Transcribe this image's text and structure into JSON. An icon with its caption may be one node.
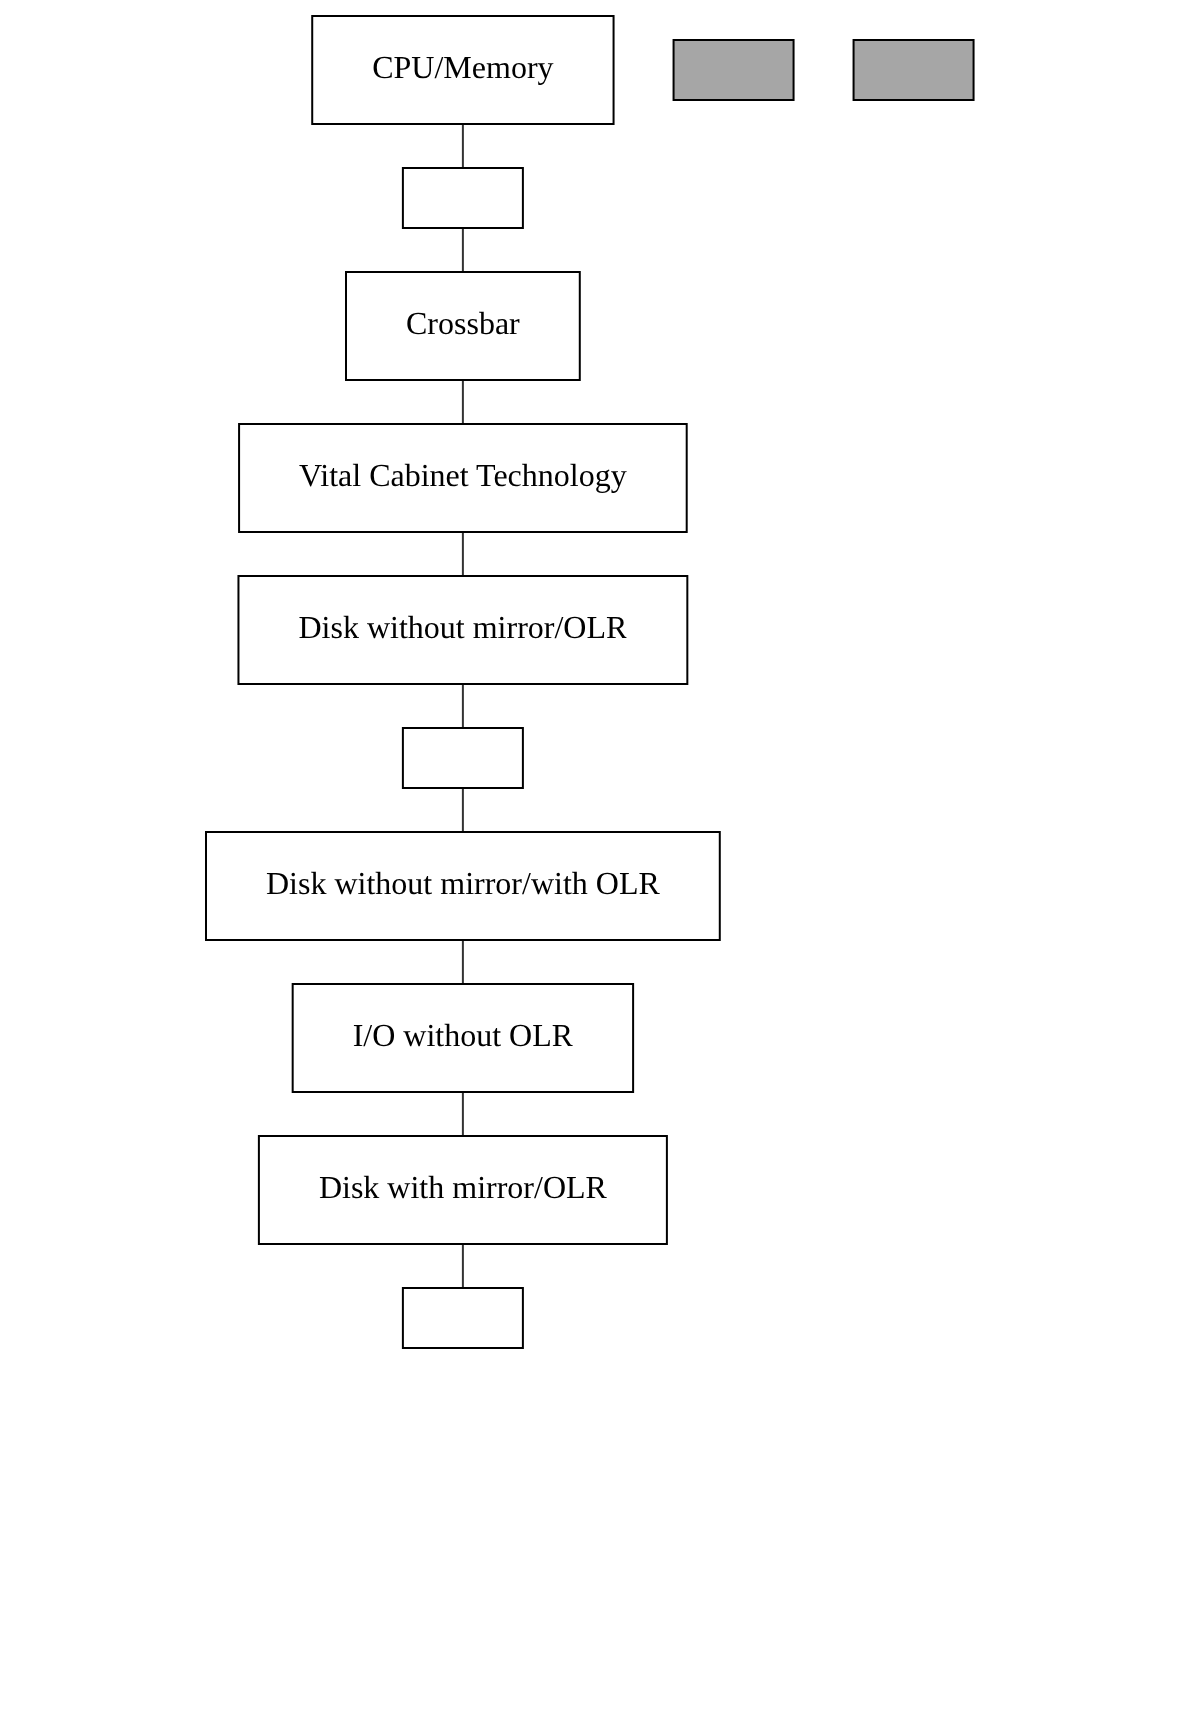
{
  "diagram": {
    "nodes": [
      {
        "text": [
          "CPU/Memory"
        ]
      },
      {
        "text": [],
        "shape": "box"
      },
      {
        "text": [],
        "shape": "box"
      },
      {
        "text": [
          "Crossbar"
        ]
      },
      {
        "text": [
          "Vital Cabinet Technology"
        ]
      },
      {
        "text": [
          "Disk without mirror/OLR"
        ]
      },
      {
        "text": [],
        "shape": "box"
      },
      {
        "text": [],
        "shape": "box"
      },
      {
        "text": [
          "Disk without mirror/with OLR"
        ]
      },
      {
        "text": [
          "I/O without OLR"
        ]
      },
      {
        "text": [
          "Disk with mirror/OLR"
        ]
      },
      {
        "text": [],
        "shape": "box"
      }
    ],
    "edges": [
      {
        "from": 0,
        "to": 2,
        "arrow": "none"
      },
      {
        "from": 2,
        "to": 3,
        "arrow": "none"
      },
      {
        "from": 3,
        "to": 4,
        "arrow": "none"
      },
      {
        "from": 4,
        "to": 5,
        "arrow": "none"
      },
      {
        "from": 5,
        "to": 7,
        "arrow": "none"
      },
      {
        "from": 7,
        "to": 8,
        "arrow": "none"
      },
      {
        "from": 8,
        "to": 9,
        "arrow": "none"
      },
      {
        "from": 9,
        "to": 10,
        "arrow": "none"
      },
      {
        "from": 10,
        "to": 11,
        "arrow": "none"
      }
    ]
  }
}
